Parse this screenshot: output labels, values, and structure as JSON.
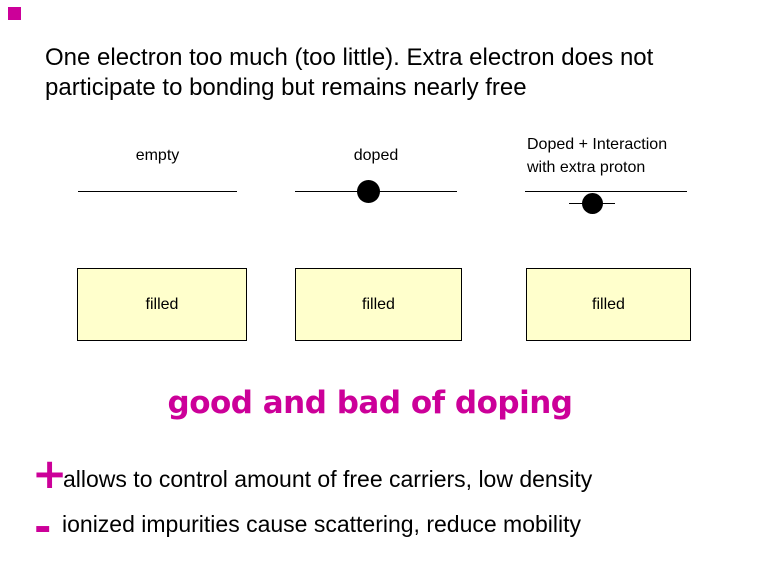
{
  "slide": {
    "title_line1": "One electron too much (too little). Extra electron does not",
    "title_line2": "participate to bonding but remains nearly free",
    "diagram": {
      "columns": [
        {
          "label": "empty",
          "box_label": "filled"
        },
        {
          "label": "doped",
          "box_label": "filled"
        },
        {
          "label_line1": "Doped + Interaction",
          "label_line2": "with extra proton",
          "box_label": "filled"
        }
      ]
    },
    "heading": "good and bad of doping",
    "points": [
      {
        "sign": "+",
        "text": "allows to control amount of free carriers, low density"
      },
      {
        "sign": "-",
        "text": "ionized impurities cause scattering, reduce mobility"
      }
    ],
    "colors": {
      "accent": "#CC0099",
      "box_fill": "#FFFFCC",
      "text": "#000000",
      "background": "#FFFFFF"
    }
  }
}
